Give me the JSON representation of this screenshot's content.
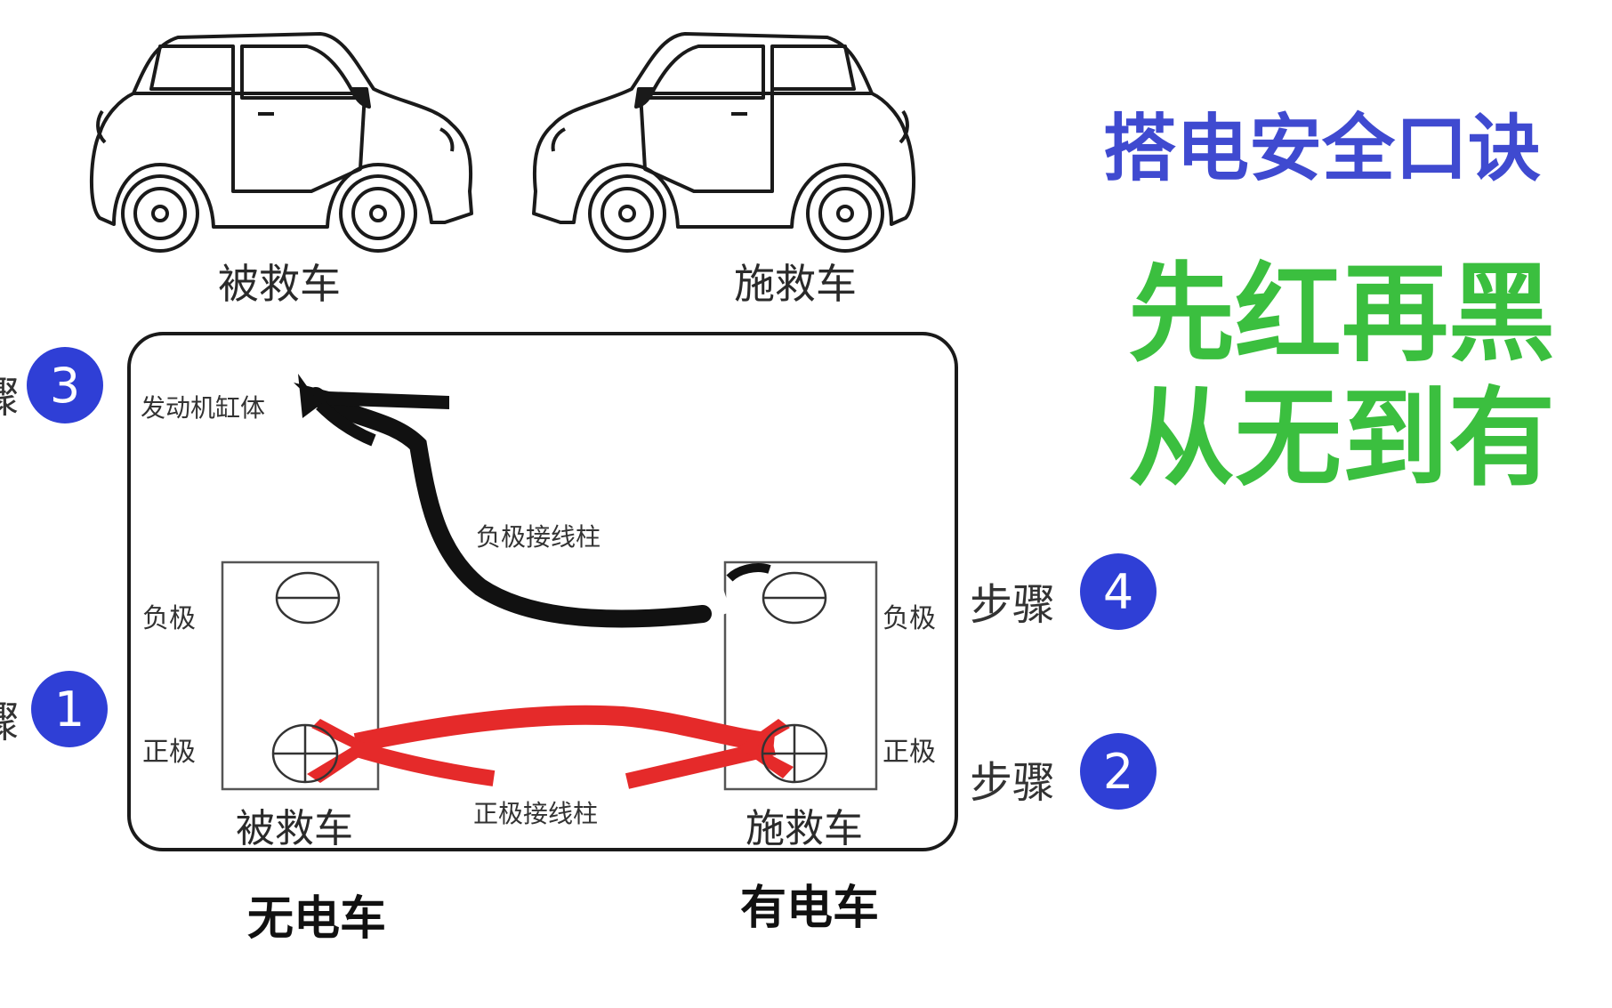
{
  "cars": {
    "left_label": "被救车",
    "right_label": "施救车"
  },
  "diagram": {
    "engine_label": "发动机缸体",
    "negative_cable_label": "负极接线柱",
    "positive_cable_label": "正极接线柱",
    "left_battery": {
      "negative_label": "负极",
      "positive_label": "正极",
      "name": "被救车"
    },
    "right_battery": {
      "negative_label": "负极",
      "positive_label": "正极",
      "name": "施救车"
    },
    "cable_colors": {
      "positive": "#e52a2a",
      "negative": "#111111"
    }
  },
  "steps": {
    "step3": {
      "text_partial": "骤",
      "number": "3"
    },
    "step1": {
      "text_partial": "骤",
      "number": "1"
    },
    "step4": {
      "text": "步骤",
      "number": "4"
    },
    "step2": {
      "text": "步骤",
      "number": "2"
    }
  },
  "bottom_labels": {
    "left": "无电车",
    "right": "有电车"
  },
  "motto": {
    "title": "搭电安全口诀",
    "line1": "先红再黑",
    "line2": "从无到有",
    "title_color": "#3f4ad0",
    "line_color": "#3bbf3f"
  },
  "badge_color": "#2f3fd6"
}
